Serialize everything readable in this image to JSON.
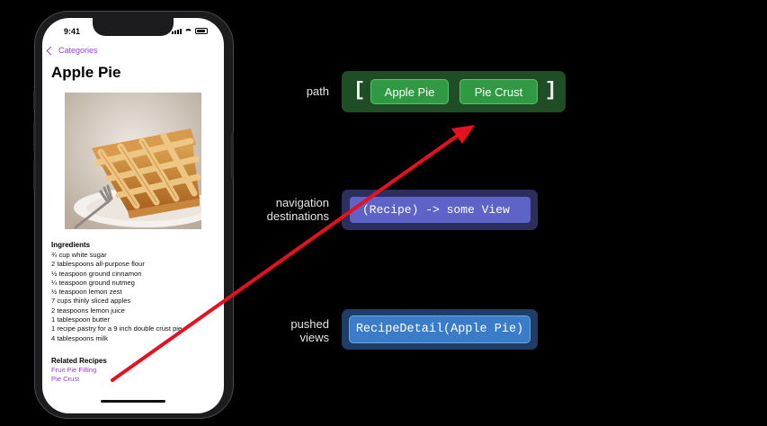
{
  "phone": {
    "status_time": "9:41",
    "back_label": "Categories",
    "title": "Apple Pie",
    "ingredients_heading": "Ingredients",
    "ingredients": [
      "¾ cup white sugar",
      "2 tablespoons all-purpose flour",
      "½ teaspoon ground cinnamon",
      "¼ teaspoon ground nutmeg",
      "½ teaspoon lemon zest",
      "7 cups thinly sliced apples",
      "2 teaspoons lemon juice",
      "1 tablespoon butter",
      "1 recipe pastry for a 9 inch double crust pie",
      "4 tablespoons milk"
    ],
    "related_heading": "Related Recipes",
    "related": [
      "Fruit Pie Filling",
      "Pie Crust"
    ]
  },
  "diagram": {
    "path_label": "path",
    "path_open": "[",
    "path_close": "]",
    "path_items": [
      "Apple Pie",
      "Pie Crust"
    ],
    "nav_label_line1": "navigation",
    "nav_label_line2": "destinations",
    "nav_chip": "(Recipe) -> some View",
    "pushed_label_line1": "pushed",
    "pushed_label_line2": "views",
    "pushed_chip": "RecipeDetail(Apple Pie)"
  },
  "colors": {
    "accent": "#9b3fd1",
    "path_bg": "#1f4d26",
    "path_chip": "#2f9a43",
    "nav_bg": "#2c2e5e",
    "nav_chip": "#5f63c8",
    "pushed_bg": "#1e3d67",
    "pushed_chip": "#3a7cc7",
    "arrow": "#e8101e"
  },
  "icons": [
    "chevron-left-icon",
    "signal-icon",
    "wifi-icon",
    "battery-icon",
    "arrow-annotation"
  ]
}
